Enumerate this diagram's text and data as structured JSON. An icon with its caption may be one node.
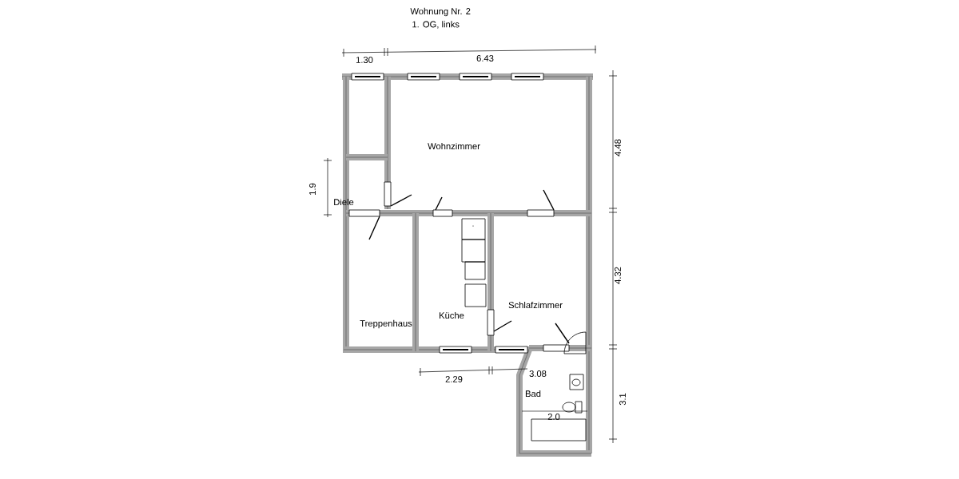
{
  "diagram": {
    "title": "Wohnung Nr. 2",
    "labels": [
      "1. OG, links",
      "1.30",
      "6.43",
      "4.48",
      "Wohnzimmer",
      "1.9",
      "Diele",
      "4.32",
      "Küche",
      "Schlafzimmer",
      "Treppenhaus",
      "2.29",
      "3.08",
      "Bad",
      "2.0",
      "3.1"
    ]
  }
}
